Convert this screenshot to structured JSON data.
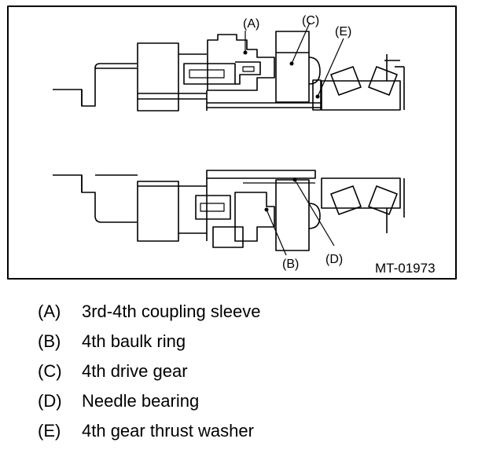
{
  "figure": {
    "code": "MT-01973",
    "callouts": [
      "(A)",
      "(B)",
      "(C)",
      "(D)",
      "(E)"
    ]
  },
  "legend": [
    {
      "key": "(A)",
      "text": "3rd-4th coupling sleeve"
    },
    {
      "key": "(B)",
      "text": "4th baulk ring"
    },
    {
      "key": "(C)",
      "text": "4th drive gear"
    },
    {
      "key": "(D)",
      "text": "Needle bearing"
    },
    {
      "key": "(E)",
      "text": "4th gear thrust washer"
    }
  ]
}
